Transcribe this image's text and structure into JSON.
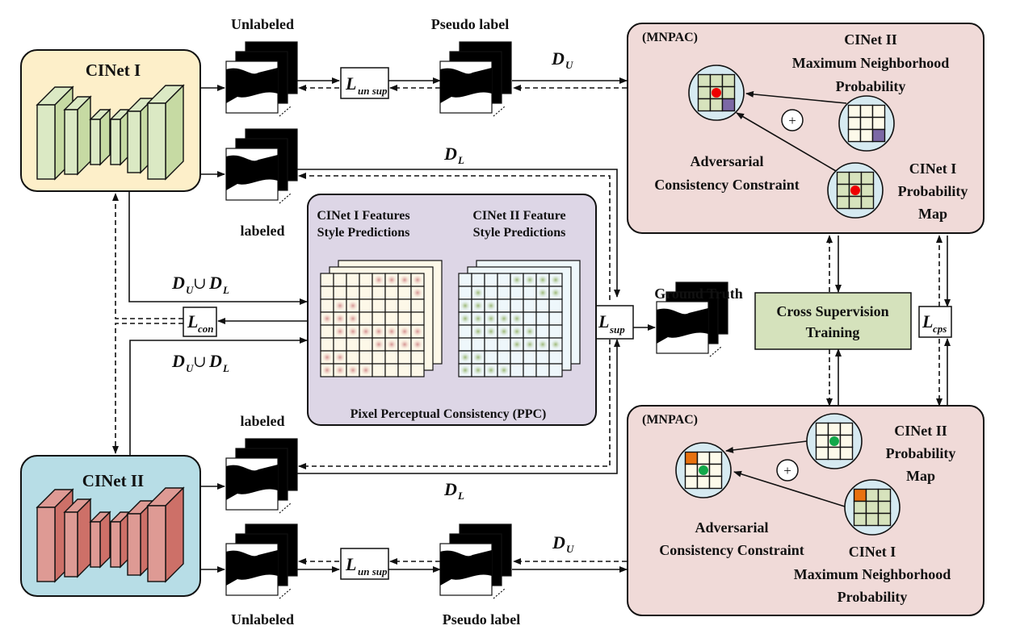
{
  "title": "Semi-supervised cross-supervision framework with CINet I and CINet II",
  "networks": {
    "top": {
      "label": "CINet I",
      "bg": "#fdefc9",
      "block_fill": "#c6daa3",
      "block_light": "#dbe9c4"
    },
    "bottom": {
      "label": "CINet II",
      "bg": "#b7dde6",
      "block_fill": "#cd7068",
      "block_light": "#de9a94"
    }
  },
  "image_labels": {
    "top_unlabeled": "Unlabeled",
    "top_pseudo": "Pseudo label",
    "top_labeled": "labeled",
    "bottom_labeled": "labeled",
    "bottom_unlabeled": "Unlabeled",
    "bottom_pseudo": "Pseudo label",
    "ground_truth": "Ground Truth"
  },
  "losses": {
    "unsup": {
      "main": "L",
      "sub": "un sup"
    },
    "con": {
      "main": "L",
      "sub": "con"
    },
    "sup": {
      "main": "L",
      "sub": "sup"
    },
    "cps": {
      "main": "L",
      "sub": "cps"
    }
  },
  "data_sets": {
    "du": {
      "main": "D",
      "sub": "U"
    },
    "dl": {
      "main": "D",
      "sub": "L"
    },
    "union_symbol": "∪"
  },
  "ppc": {
    "bg": "#ddd6e6",
    "left_title": [
      "CINet I Features",
      "Style Predictions"
    ],
    "right_title": [
      "CINet II Feature",
      "Style Predictions"
    ],
    "caption": "Pixel Perceptual Consistency (PPC)"
  },
  "cst": {
    "lines": [
      "Cross Supervision",
      "Training"
    ],
    "bg": "#d5e2bc"
  },
  "mnpac_top": {
    "tag": "(MNPAC)",
    "bg": "#f0dad8",
    "neighbor_label": [
      "CINet II",
      "Maximum Neighborhood",
      "Probability"
    ],
    "prob_label": [
      "CINet I",
      "Probability",
      "Map"
    ],
    "acc_label": [
      "Adversarial",
      "Consistency Constraint"
    ],
    "plus": "+"
  },
  "mnpac_bottom": {
    "tag": "(MNPAC)",
    "bg": "#f0dad8",
    "prob_label": [
      "CINet II",
      "Probability",
      "Map"
    ],
    "neighbor_label": [
      "CINet I",
      "Maximum Neighborhood",
      "Probability"
    ],
    "acc_label": [
      "Adversarial",
      "Consistency Constraint"
    ],
    "plus": "+"
  },
  "colors": {
    "red_dot": "#ee0000",
    "green_dot": "#12a84a",
    "purple_cell": "#7c68a6",
    "orange_cell": "#e8710f",
    "circle_bg": "#d6eaf1",
    "green_cell": "#d7e3bd",
    "cream_cell": "#fdfaea"
  }
}
